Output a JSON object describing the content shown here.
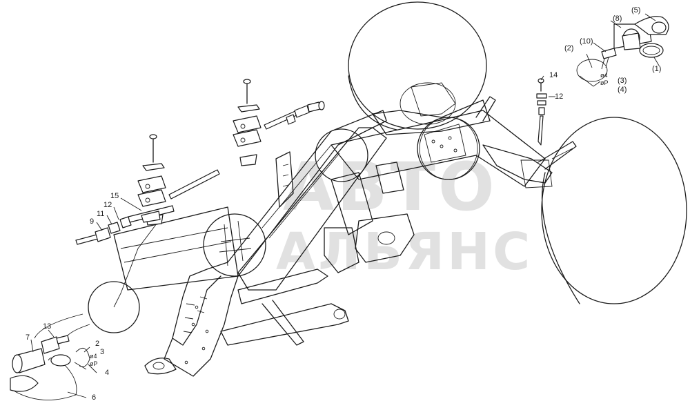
{
  "watermark": {
    "line1": "АВТО",
    "line2": "АЛЬЯНС"
  },
  "callouts": {
    "c1": "(1)",
    "c2p": "(2)",
    "c3p": "(3)",
    "c4p": "(4)",
    "c5p": "(5)",
    "c8p": "(8)",
    "c10p": "(10)",
    "c14": "14",
    "c12r": "12",
    "c15": "15",
    "c12l": "12",
    "c11": "11",
    "c9": "9",
    "c13": "13",
    "c7": "7",
    "c2": "2",
    "c3": "3",
    "c4": "4",
    "c6": "6"
  },
  "symbols": {
    "phi4_top": "ø4",
    "phiP_top": "øP",
    "phi4_bot": "ø4",
    "phiP_bot": "øP"
  },
  "colors": {
    "line": "#1a1a1a",
    "watermark": "#c9c9c9",
    "background": "#ffffff"
  }
}
